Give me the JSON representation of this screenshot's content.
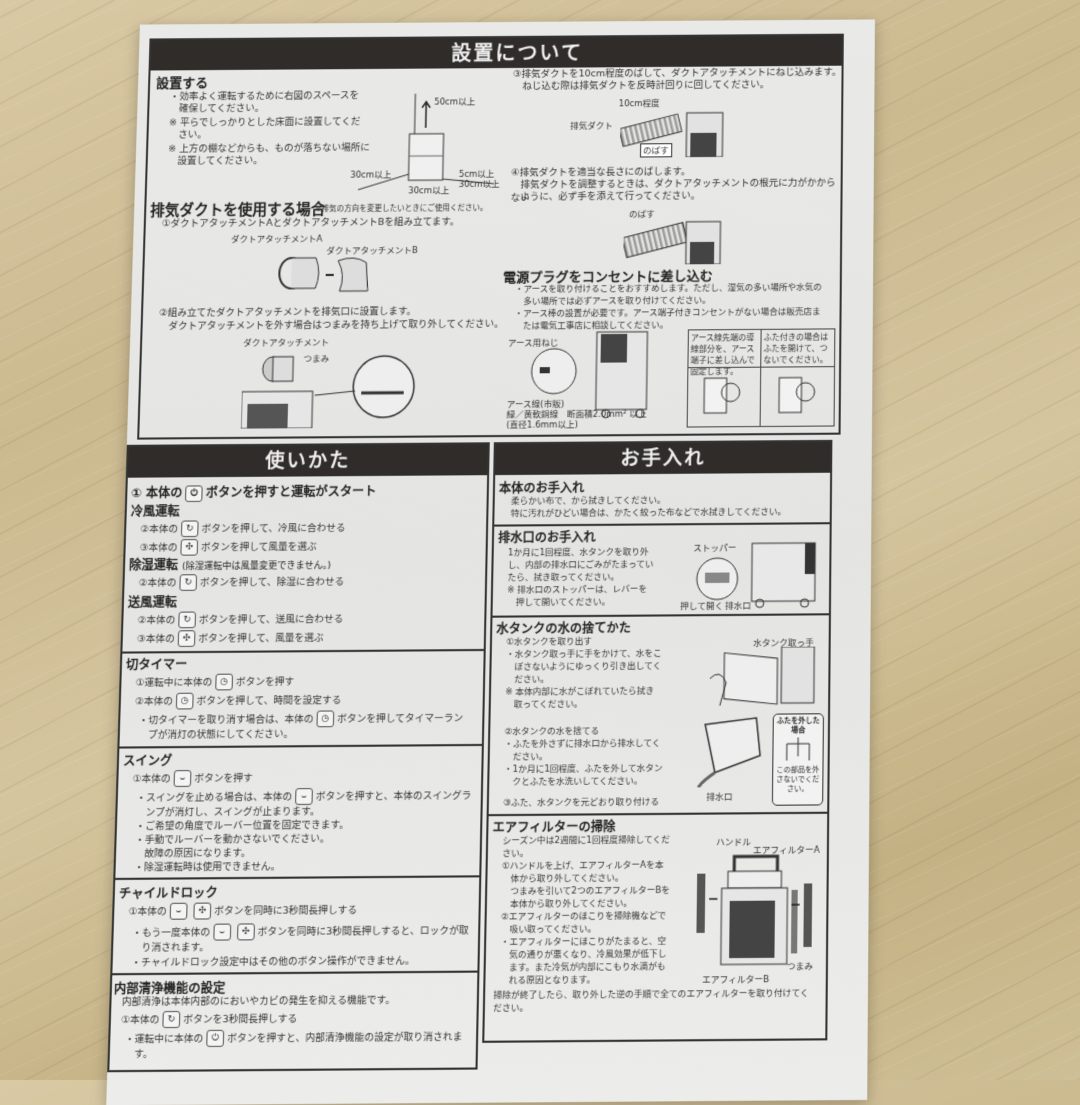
{
  "setup": {
    "title": "設置について",
    "install": {
      "heading": "設置する",
      "lines": [
        "・効率よく運転するために右図のスペースを",
        "　確保してください。",
        "※ 平らでしっかりとした床面に設置してくだ",
        "　さい。",
        "※ 上方の棚などからも、ものが落ちない場所に",
        "　設置してください。"
      ],
      "diagram_labels": {
        "top": "50cm以上",
        "left": "30cm以上",
        "right1": "5cm以上",
        "right2": "30cm以上",
        "front": "30cm以上"
      }
    },
    "duct": {
      "heading": "排気ダクトを使用する場合",
      "note": "※排気の方向を変更したいときにご使用ください。",
      "step1": "①ダクトアタッチメントAとダクトアタッチメントBを組み立てます。",
      "label_a": "ダクトアタッチメントA",
      "label_b": "ダクトアタッチメントB",
      "step2a": "②組み立てたダクトアタッチメントを排気口に設置します。",
      "step2b": "　ダクトアタッチメントを外す場合はつまみを持ち上げて取り外してください。",
      "label_attach": "ダクトアタッチメント",
      "label_knob": "つまみ",
      "step3a": "③排気ダクトを10cm程度のばして、ダクトアタッチメントにねじ込みます。",
      "step3b": "　ねじ込む際は排気ダクトを反時計回りに回してください。",
      "label_10cm": "10cm程度",
      "label_duct": "排気ダクト",
      "label_extend": "のばす",
      "step4a": "④排気ダクトを適当な長さにのばします。",
      "step4b": "　排気ダクトを調整するときは、ダクトアタッチメントの根元に力がかからない",
      "step4c": "　ように、必ず手を添えて行ってください。",
      "label_extend2": "のばす"
    },
    "power": {
      "heading": "電源プラグをコンセントに差し込む",
      "lines": [
        "・アースを取り付けることをおすすめします。ただし、湿気の多い場所や水気の",
        "　多い場所では必ずアースを取り付けてください。",
        "・アース棒の設置が必要です。アース端子付きコンセントがない場合は販売店ま",
        "　たは電気工事店に相談してください。"
      ],
      "label_screw": "アース用ねじ",
      "label_wire": "アース線(市販)",
      "label_wire2": "緑／黄軟銅線　断面積2.0mm² 以上",
      "label_wire3": "(直径1.6mm以上)",
      "table_col1": "アース線先端の導線部分を、アース端子に差し込んで固定します。",
      "table_col2": "ふた付きの場合はふたを開けて、つないでください。"
    }
  },
  "usage": {
    "title": "使いかた",
    "start": "① 本体の",
    "start_tail": "ボタンを押すと運転がスタート",
    "cool": {
      "heading": "冷風運転",
      "s2": "②本体の",
      "s2t": "ボタンを押して、冷風に合わせる",
      "s3": "③本体の",
      "s3t": "ボタンを押して風量を選ぶ"
    },
    "dehum": {
      "heading": "除湿運転",
      "note": "(除湿運転中は風量変更できません。)",
      "s2": "②本体の",
      "s2t": "ボタンを押して、除湿に合わせる"
    },
    "fan": {
      "heading": "送風運転",
      "s2": "②本体の",
      "s2t": "ボタンを押して、送風に合わせる",
      "s3": "③本体の",
      "s3t": "ボタンを押して、風量を選ぶ"
    },
    "timer": {
      "heading": "切タイマー",
      "s1": "①運転中に本体の",
      "s1t": "ボタンを押す",
      "s2": "②本体の",
      "s2t": "ボタンを押して、時間を設定する",
      "b1": "・切タイマーを取り消す場合は、本体の",
      "b1t": "ボタンを押してタイマーラン",
      "b1c": "　プが消灯の状態にしてください。"
    },
    "swing": {
      "heading": "スイング",
      "s1": "①本体の",
      "s1t": "ボタンを押す",
      "b1": "・スイングを止める場合は、本体の",
      "b1t": "ボタンを押すと、本体のスイングラ",
      "b1c": "　ンプが消灯し、スイングが止まります。",
      "b2": "・ご希望の角度でルーバー位置を固定できます。",
      "b3": "・手動でルーバーを動かさないでください。",
      "b3c": "　故障の原因になります。",
      "b4": "・除湿運転時は使用できません。"
    },
    "lock": {
      "heading": "チャイルドロック",
      "s1": "①本体の",
      "s1t": "ボタンを同時に3秒間長押しする",
      "b1": "・もう一度本体の",
      "b1t": "ボタンを同時に3秒間長押しすると、ロックが取",
      "b1c": "　り消されます。",
      "b2": "・チャイルドロック設定中はその他のボタン操作ができません。"
    },
    "clean": {
      "heading": "内部清浄機能の設定",
      "desc": "内部清浄は本体内部のにおいやカビの発生を抑える機能です。",
      "s1": "①本体の",
      "s1t": "ボタンを3秒間長押しする",
      "b1": "・運転中に本体の",
      "b1t": "ボタンを押すと、内部清浄機能の設定が取り消されま",
      "b1c": "　す。"
    },
    "icons": {
      "power": "⏻",
      "mode": "↻",
      "fan": "✣",
      "timer": "◷",
      "swing": "⌣"
    }
  },
  "care": {
    "title": "お手入れ",
    "body": {
      "heading": "本体のお手入れ",
      "l1": "柔らかい布で、から拭きしてください。",
      "l2": "特に汚れがひどい場合は、かたく絞った布などで水拭きしてください。"
    },
    "drain": {
      "heading": "排水口のお手入れ",
      "lines": [
        "1か月に1回程度、水タンクを取り外",
        "し、内部の排水口にごみがたまってい",
        "たら、拭き取ってください。",
        "※ 排水口のストッパーは、レバーを",
        "　押して開いてください。"
      ],
      "label_stopper": "ストッパー",
      "label_push": "押して開く",
      "label_drain": "排水口"
    },
    "tank": {
      "heading": "水タンクの水の捨てかた",
      "s1": "①水タンクを取り出す",
      "s1_lines": [
        "・水タンク取っ手に手をかけて、水をこ",
        "　ぼさないようにゆっくり引き出してく",
        "　ださい。",
        "※ 本体内部に水がこぼれていたら拭き",
        "　取ってください。"
      ],
      "s2": "②水タンクの水を捨てる",
      "s2_lines": [
        "・ふたを外さずに排水口から排水してく",
        "　ださい。",
        "・1か月に1回程度、ふたを外して水タン",
        "　クとふたを水洗いしてください。"
      ],
      "s3": "③ふた、水タンクを元どおり取り付ける",
      "label_handle": "水タンク取っ手",
      "label_drain": "排水口",
      "callout_title": "ふたを外した場合",
      "callout_body": "この部品を外さないでください。"
    },
    "filter": {
      "heading": "エアフィルターの掃除",
      "lines": [
        "シーズン中は2週間に1回程度掃除してくだ",
        "さい。",
        "①ハンドルを上げ、エアフィルターAを本",
        "　体から取り外してください。",
        "　つまみを引いて2つのエアフィルターBを",
        "　本体から取り外してください。",
        "②エアフィルターのほこりを掃除機などで",
        "　吸い取ってください。",
        "・エアフィルターにほこりがたまると、空",
        "　気の通りが悪くなり、冷風効果が低下し",
        "　ます。また冷気が内部にこもり水滴がも",
        "　れる原因となります。"
      ],
      "final1": "掃除が終了したら、取り外した逆の手順で全てのエアフィルターを取り付けてく",
      "final2": "ださい。",
      "label_handle": "ハンドル",
      "label_a": "エアフィルターA",
      "label_b": "エアフィルターB",
      "label_knob": "つまみ"
    }
  },
  "colors": {
    "header": "#2f2c2a",
    "paper": "#e8e8e6",
    "wood": "#d2c298"
  }
}
